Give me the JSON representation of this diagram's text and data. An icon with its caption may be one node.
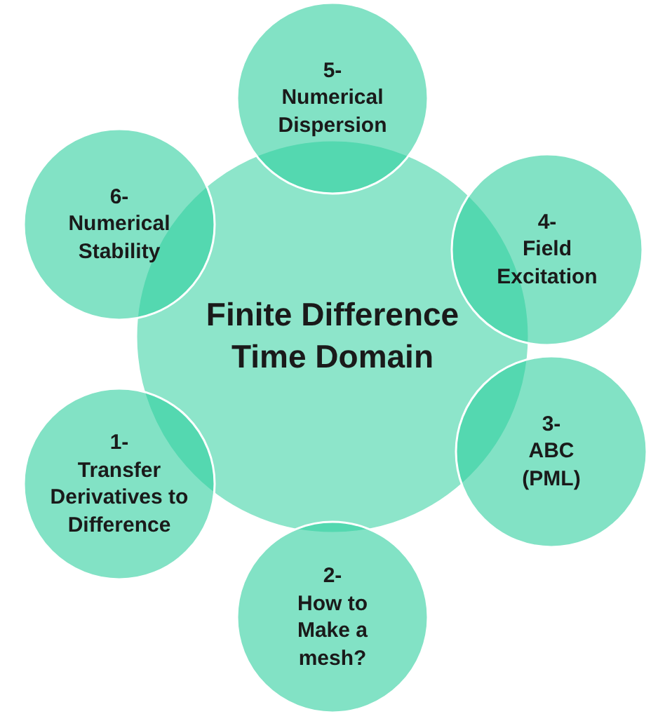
{
  "diagram": {
    "nodes": [
      {
        "text": [
          "Finite Difference Time Domain"
        ]
      },
      {
        "text": [
          "5-",
          "Numerical Dispersion"
        ]
      },
      {
        "text": [
          "6-",
          "Numerical Stability"
        ]
      },
      {
        "text": [
          "4-",
          "Field Excitation"
        ]
      },
      {
        "text": [
          "1-",
          "Transfer Derivatives to Difference"
        ]
      },
      {
        "text": [
          "3-",
          "ABC (PML)"
        ]
      },
      {
        "text": [
          "2-",
          "How to Make a mesh?"
        ]
      }
    ]
  }
}
